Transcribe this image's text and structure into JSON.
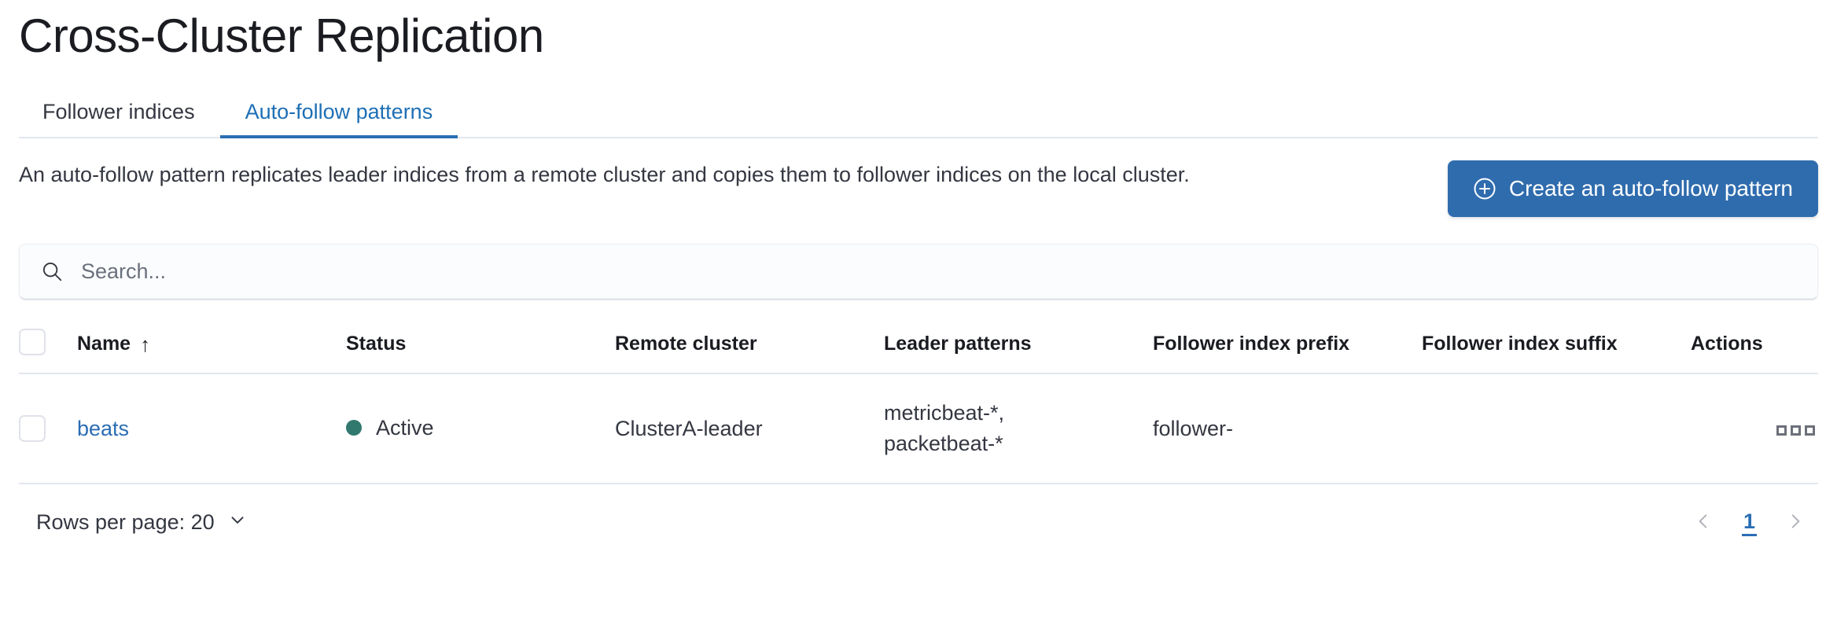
{
  "header": {
    "title": "Cross-Cluster Replication"
  },
  "tabs": [
    {
      "label": "Follower indices",
      "active": false,
      "name": "tab-follower-indices"
    },
    {
      "label": "Auto-follow patterns",
      "active": true,
      "name": "tab-auto-follow-patterns"
    }
  ],
  "description": "An auto-follow pattern replicates leader indices from a remote cluster and copies them to follower indices on the local cluster.",
  "create_button": {
    "label": "Create an auto-follow pattern",
    "icon": "plus-in-circle-icon",
    "background": "#2f6cae",
    "text_color": "#ffffff"
  },
  "search": {
    "placeholder": "Search...",
    "value": "",
    "icon": "search-icon"
  },
  "table": {
    "columns": [
      {
        "label": "Name",
        "sorted": true,
        "sort_direction": "asc",
        "sort_icon": "↑"
      },
      {
        "label": "Status"
      },
      {
        "label": "Remote cluster"
      },
      {
        "label": "Leader patterns"
      },
      {
        "label": "Follower index prefix"
      },
      {
        "label": "Follower index suffix"
      },
      {
        "label": "Actions"
      }
    ],
    "rows": [
      {
        "selected": false,
        "name": "beats",
        "status": "Active",
        "status_color": "#31796f",
        "remote_cluster": "ClusterA-leader",
        "leader_patterns": [
          "metricbeat-*,",
          "packetbeat-*"
        ],
        "follower_index_prefix": "follower-",
        "follower_index_suffix": "",
        "actions_icon": "boxes-horizontal-icon"
      }
    ]
  },
  "footer": {
    "rows_per_page_label": "Rows per page: 20",
    "rows_per_page_icon": "chevron-down-icon",
    "pagination": {
      "prev_icon": "chevron-left-icon",
      "next_icon": "chevron-right-icon",
      "current_page": "1"
    }
  },
  "colors": {
    "accent_blue": "#2a6db4",
    "link_blue": "#2a6db4",
    "status_teal": "#31796f",
    "border": "#e3e6ef"
  }
}
